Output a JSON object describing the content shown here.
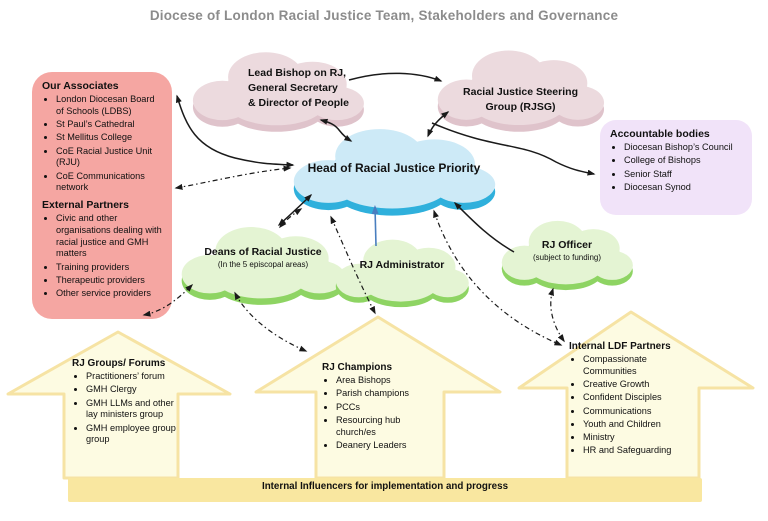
{
  "title": "Diocese of London Racial Justice Team, Stakeholders and Governance",
  "left_box": {
    "sections": [
      {
        "heading": "Our Associates",
        "items": [
          "London Diocesan Board of Schools (LDBS)",
          "St Paul’s Cathedral",
          "St Mellitus College",
          "CoE Racial Justice Unit (RJU)",
          "CoE Communications network"
        ]
      },
      {
        "heading": "External Partners",
        "items": [
          "Civic and other organisations dealing with racial justice and GMH matters",
          "Training providers",
          "Therapeutic providers",
          "Other service providers"
        ]
      }
    ]
  },
  "clouds": {
    "lead_bishop": {
      "line1": "Lead Bishop on RJ,",
      "line2": "General Secretary",
      "line3": "& Director of People"
    },
    "rjsg": {
      "line1": "Racial Justice Steering",
      "line2": "Group (RJSG)"
    },
    "head": {
      "label": "Head of Racial Justice Priority"
    },
    "deans": {
      "label": "Deans of Racial Justice",
      "sub": "(In the 5 episcopal areas)"
    },
    "admin": {
      "label": "RJ Administrator"
    },
    "officer": {
      "label": "RJ Officer",
      "sub": "(subject to funding)"
    }
  },
  "accountable": {
    "heading": "Accountable bodies",
    "items": [
      "Diocesan Bishop’s Council",
      "College of Bishops",
      "Senior Staff",
      "Diocesan Synod"
    ]
  },
  "bottom_arrows": [
    {
      "heading": "RJ Groups/ Forums",
      "items": [
        "Practitioners’ forum",
        "GMH Clergy",
        "GMH LLMs and other lay ministers group",
        "GMH employee group group"
      ]
    },
    {
      "heading": "RJ Champions",
      "items": [
        "Area Bishops",
        "Parish champions",
        "PCCs",
        "Resourcing hub church/es",
        "Deanery Leaders"
      ]
    },
    {
      "heading": "Internal LDF Partners",
      "items": [
        "Compassionate Communities",
        "Creative Growth",
        "Confident Disciples",
        "Communications",
        "Youth and Children",
        "Ministry",
        "HR and Safeguarding"
      ]
    }
  ],
  "bottom_bar": {
    "label": "Internal Influencers for implementation and progress"
  },
  "colors": {
    "title_gray": "#8c8c8c",
    "pink_box": "#f5a6a2",
    "pink_cloud": "#ecdade",
    "pink_cloud_shadow": "#dfc3cb",
    "blue_cloud": "#cdeaf7",
    "blue_cloud_shadow": "#2fb0dc",
    "green_cloud": "#e4f4d3",
    "green_cloud_shadow": "#8ed463",
    "purple_box": "#f1e3f9",
    "yellow_fill": "#fdfbe2",
    "yellow_border": "#f6e3a4",
    "yellow_bar": "#f9e7a0",
    "blue_arrow": "#4a7ebf",
    "connector_black": "#1a1a1a"
  }
}
